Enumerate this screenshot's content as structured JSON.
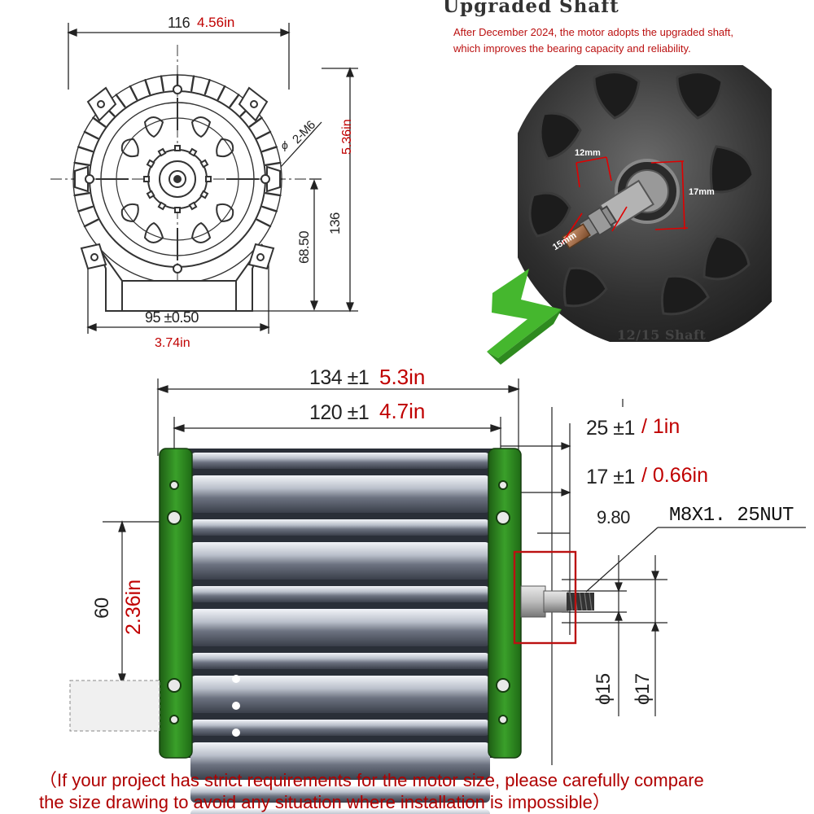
{
  "front_view": {
    "width_mm": "116",
    "width_in": "4.56in",
    "height_mm": "136",
    "height_in": "5.36in",
    "hole_label": "2-M6",
    "center_height_mm": "68.50",
    "base_mm": "95 ±0.50",
    "base_in": "3.74in"
  },
  "upgrade_panel": {
    "title": "Upgraded Shaft",
    "note_line1": "After December 2024, the motor adopts the upgraded shaft,",
    "note_line2": "which improves the bearing capacity and reliability.",
    "dim_12": "12mm",
    "dim_15": "15mm",
    "dim_17": "17mm",
    "caption": "12/15 Shaft"
  },
  "side_view": {
    "len_total_mm": "134 ±1",
    "len_total_in": "5.3in",
    "len_body_mm": "120 ±1",
    "len_body_in": "4.7in",
    "shaft_mm": "25 ±1",
    "shaft_in": "/ 1in",
    "shoulder_mm": "17 ±1",
    "shoulder_in": "/ 0.66in",
    "nut_len": "9.80",
    "nut_label": "M8X1. 25NUT",
    "mount_mm": "60",
    "mount_in": "2.36in",
    "dia_15": "ϕ15",
    "dia_17": "ϕ17"
  },
  "footer": {
    "line1": "（If your project has strict requirements for the motor size, please carefully compare",
    "line2": "the size drawing to avoid any situation where installation is impossible）"
  },
  "colors": {
    "accent_red": "#c00000",
    "housing_green": "#2f8a22",
    "arrow_green": "#45b72e"
  }
}
